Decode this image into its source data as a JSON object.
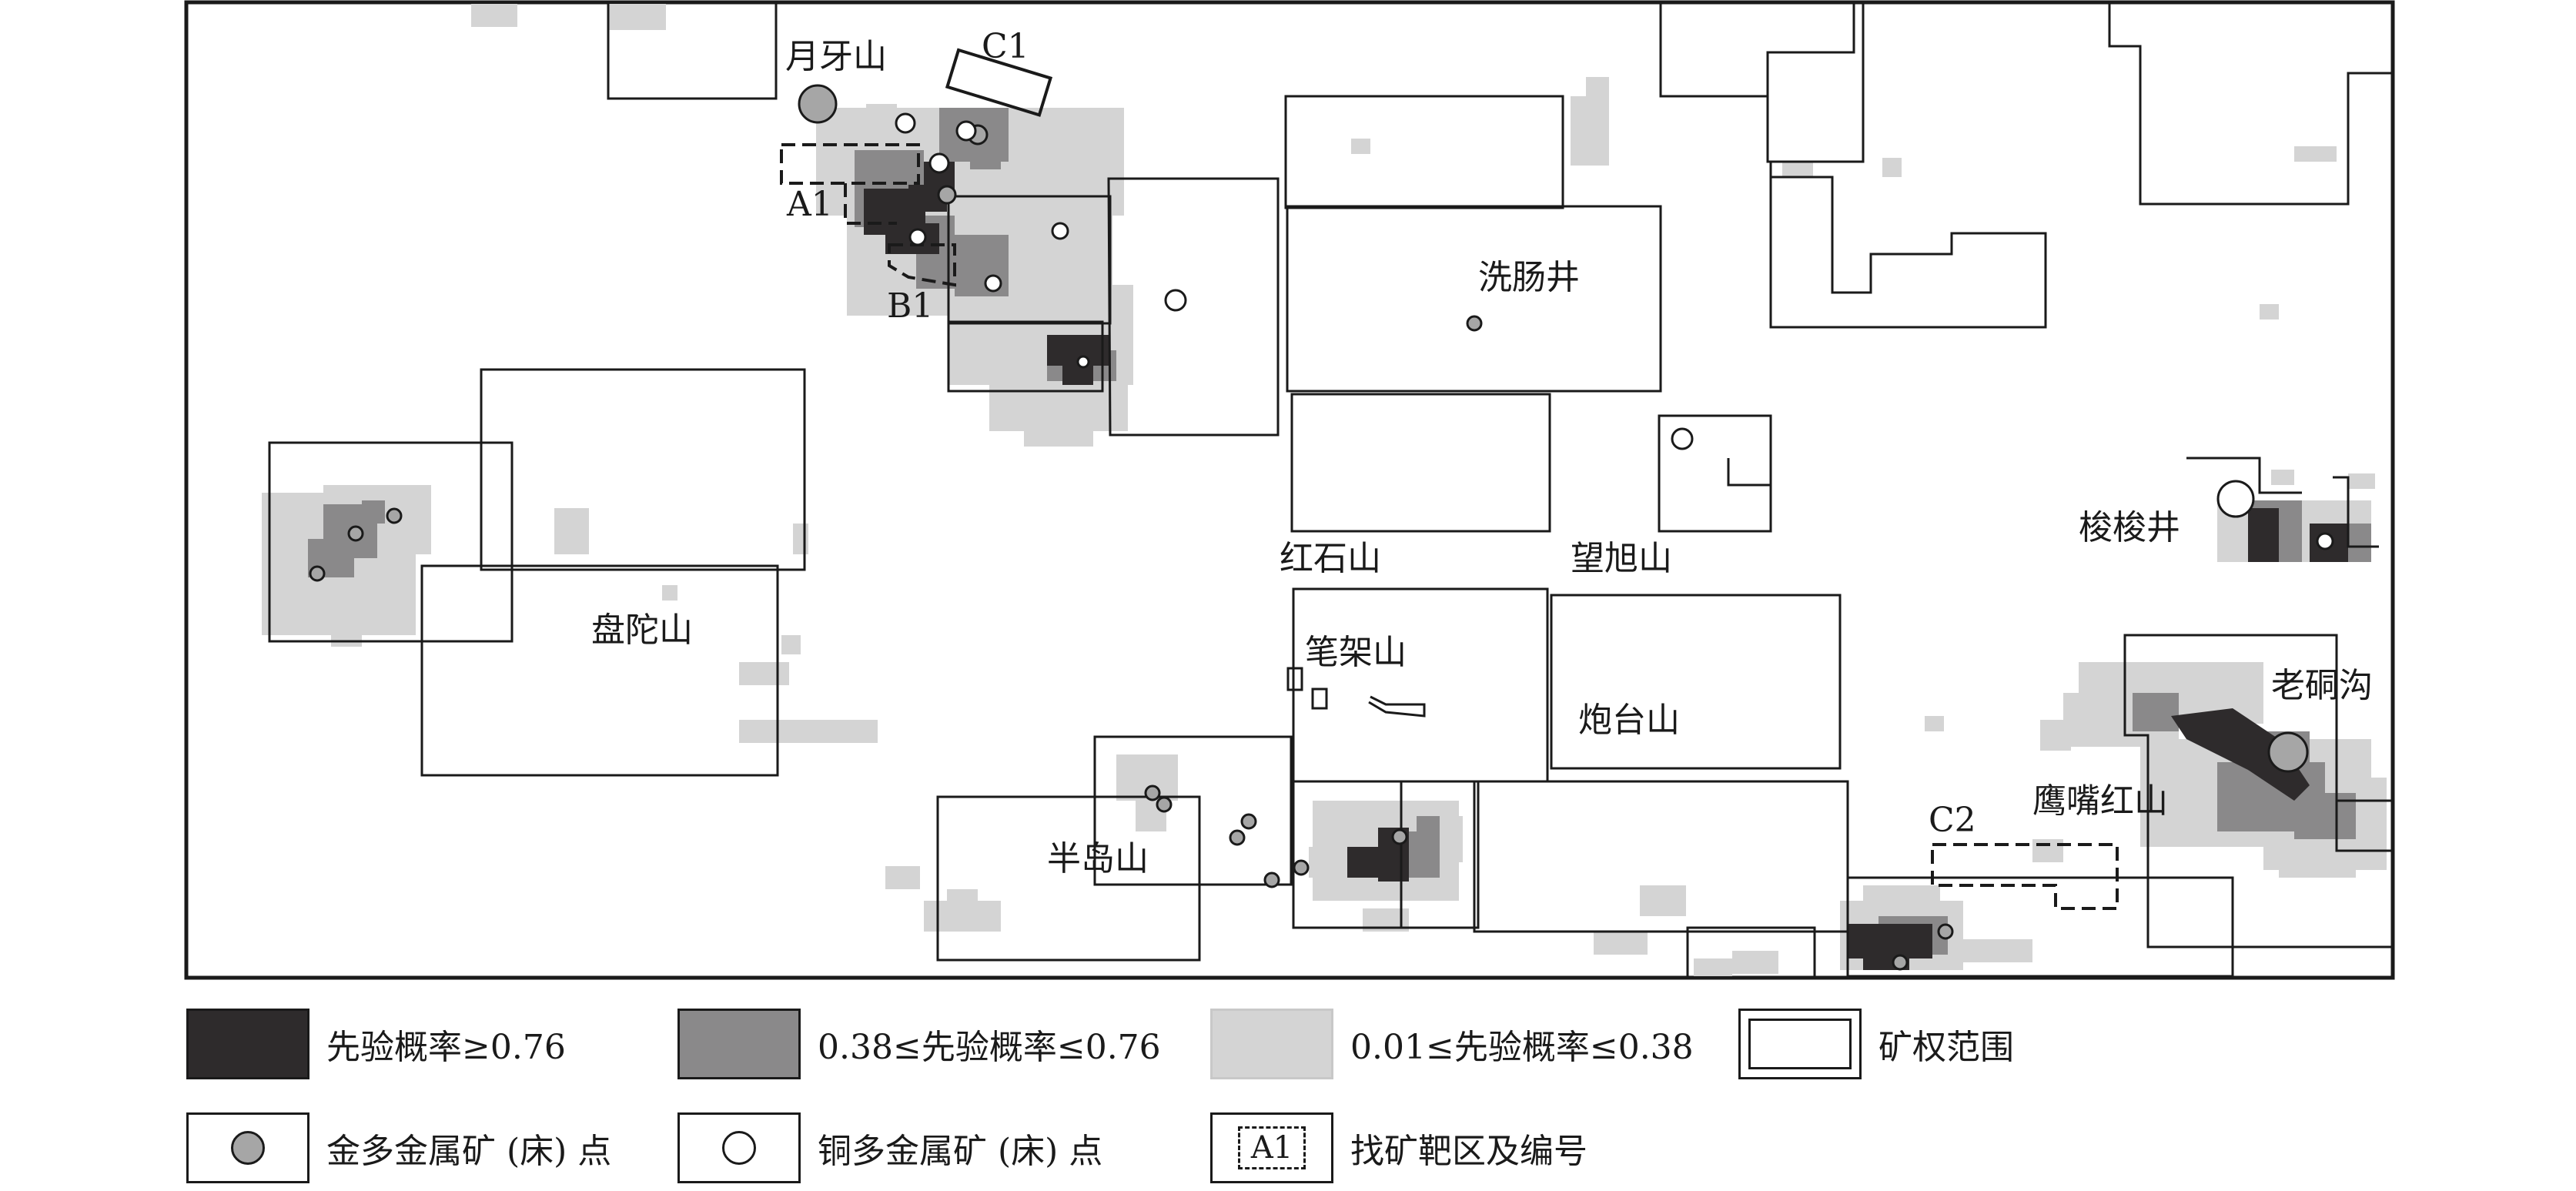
{
  "map": {
    "places": [
      {
        "id": "yueyashan",
        "name": "月牙山"
      },
      {
        "id": "xichangjing",
        "name": "洗肠井"
      },
      {
        "id": "panjiashan",
        "name": "盘陀山"
      },
      {
        "id": "hongshishan",
        "name": "红石山"
      },
      {
        "id": "wangxushan",
        "name": "望旭山"
      },
      {
        "id": "suosuojing",
        "name": "梭梭井"
      },
      {
        "id": "bijiashan",
        "name": "笔架山"
      },
      {
        "id": "paotaishan",
        "name": "炮台山"
      },
      {
        "id": "laotonggou",
        "name": "老硐沟"
      },
      {
        "id": "yingzuihongshan",
        "name": "鹰嘴红山"
      },
      {
        "id": "bandaoshan",
        "name": "半岛山"
      }
    ],
    "targets": [
      {
        "id": "A1",
        "label": "A1"
      },
      {
        "id": "B1",
        "label": "B1"
      },
      {
        "id": "C1",
        "label": "C1"
      },
      {
        "id": "C2",
        "label": "C2"
      }
    ]
  },
  "legend": {
    "high": "先验概率≥0.76",
    "mid": "0.38≤先验概率≤0.76",
    "low": "0.01≤先验概率≤0.38",
    "license": "矿权范围",
    "gold": "金多金属矿 (床) 点",
    "copper": "铜多金属矿 (床) 点",
    "target": "找矿靶区及编号",
    "target_sample": "A1"
  },
  "colors": {
    "high": "#2e2b2c",
    "mid": "#8a898a",
    "low": "#d4d4d4",
    "gold_point": "#a6a6a6",
    "copper_point": "#ffffff",
    "line": "#1a1a1a"
  }
}
